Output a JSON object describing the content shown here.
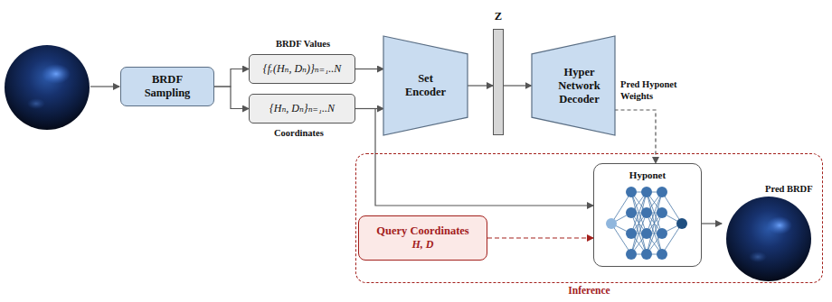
{
  "diagram": {
    "nodes": [
      {
        "text": [
          "BRDF Sampling"
        ]
      },
      {
        "text": [
          "{fᵣ(Hₙ, Dₙ)}ₙ₌₁..N"
        ]
      },
      {
        "text": [
          "{Hₙ, Dₙ}ₙ₌₁..N"
        ]
      },
      {
        "text": [
          "Set Encoder"
        ]
      },
      {
        "text": [
          "Z"
        ]
      },
      {
        "text": [
          "Hyper Network Decoder"
        ]
      },
      {
        "text": [
          "Inference"
        ]
      },
      {
        "text": [
          "Hyponet"
        ],
        "in": 6
      },
      {
        "text": [
          "Query Coordinates",
          "H, D"
        ],
        "in": 6
      }
    ],
    "edges": [
      {
        "from": 0,
        "to": 1,
        "arrow": "to"
      },
      {
        "from": 0,
        "to": 2,
        "arrow": "to"
      },
      {
        "from": 1,
        "to": 3,
        "arrow": "to"
      },
      {
        "from": 2,
        "to": 3,
        "arrow": "to"
      },
      {
        "from": 3,
        "to": 4,
        "arrow": "to"
      },
      {
        "from": 4,
        "to": 5,
        "arrow": "to"
      },
      {
        "from": 5,
        "to": 7,
        "arrow": "to"
      },
      {
        "from": 2,
        "to": 7,
        "arrow": "to"
      },
      {
        "from": 8,
        "to": 7,
        "arrow": "to"
      }
    ],
    "labels": [
      "BRDF Values",
      "Coordinates",
      "Pred Hyponet Weights",
      "Pred BRDF"
    ]
  }
}
